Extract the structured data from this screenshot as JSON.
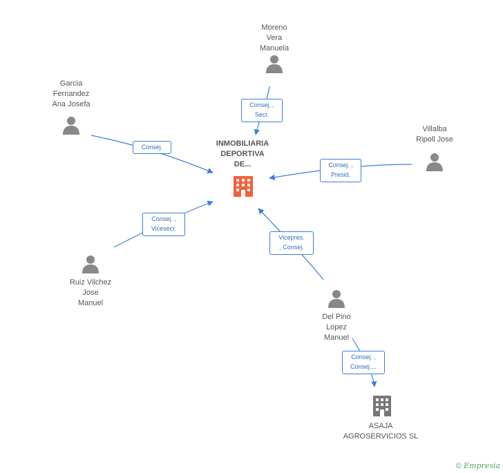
{
  "center": {
    "name": "INMOBILIARIA\nDEPORTIVA\nDE...",
    "icon": "building-icon",
    "icon_color": "#f0623a"
  },
  "persons": [
    {
      "id": "moreno",
      "name": "Moreno\nVera\nManuela",
      "icon": "person-icon"
    },
    {
      "id": "garcia",
      "name": "Garcia\nFernandez\nAna Josefa",
      "icon": "person-icon"
    },
    {
      "id": "villalba",
      "name": "Villalba\nRipoll Jose",
      "icon": "person-icon"
    },
    {
      "id": "ruiz",
      "name": "Ruiz Vilchez\nJose\nManuel",
      "icon": "person-icon"
    },
    {
      "id": "delpino",
      "name": "Del Pino\nLopez\nManuel",
      "icon": "person-icon"
    }
  ],
  "company": {
    "name": "ASAJA\nAGROSERVICIOS SL",
    "icon": "building-icon",
    "icon_color": "#777777"
  },
  "relations": [
    {
      "id": "moreno",
      "label": "Consej. ,\nSecr."
    },
    {
      "id": "garcia",
      "label": "Consej."
    },
    {
      "id": "villalba",
      "label": "Consej. ,\nPresid."
    },
    {
      "id": "ruiz",
      "label": "Consej. ,\nVicesecr."
    },
    {
      "id": "delpino",
      "label": "Vicepres.\n, Consej."
    },
    {
      "id": "asaja",
      "label": "Consej. ,\nConsej...."
    }
  ],
  "footer": {
    "copyright": "©",
    "brand": "Empresia"
  },
  "colors": {
    "edge": "#3a7fd5",
    "person": "#888888",
    "text": "#555555"
  }
}
